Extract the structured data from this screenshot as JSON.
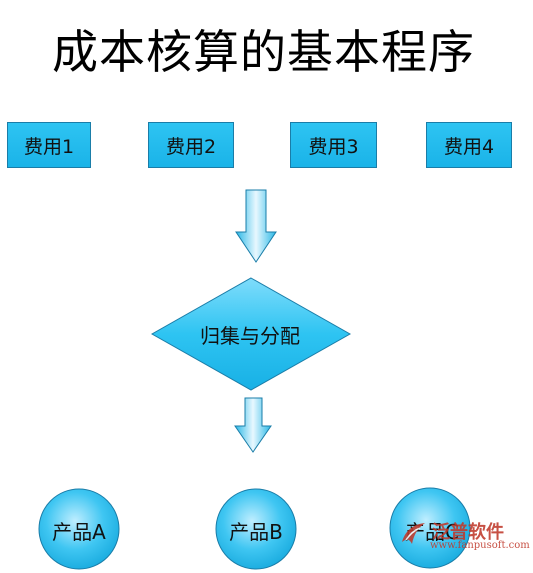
{
  "title": "成本核算的基本程序",
  "costs": [
    "费用1",
    "费用2",
    "费用3",
    "费用4"
  ],
  "process": "归集与分配",
  "products": [
    "产品A",
    "产品B",
    "产品C"
  ],
  "watermark": {
    "text": "泛普软件",
    "url": "www.fanpusoft.com"
  },
  "colors": {
    "fill": "#1ab3e8",
    "fill_light": "#e8f8ff",
    "stroke": "#1a7da8"
  }
}
